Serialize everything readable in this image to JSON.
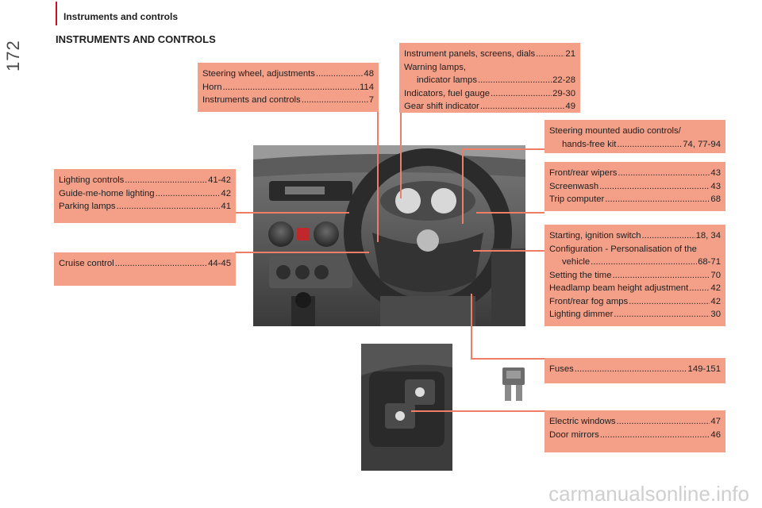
{
  "header": {
    "section": "Instruments and controls",
    "page_number": "172",
    "title": "INSTRUMENTS AND CONTROLS"
  },
  "boxes": {
    "steering": [
      {
        "label": "Steering wheel, adjustments",
        "page": "48"
      },
      {
        "label": "Horn",
        "page": "114"
      },
      {
        "label": "Instruments and controls",
        "page": "7"
      }
    ],
    "instruments": [
      {
        "label": "Instrument panels, screens, dials",
        "page": "21"
      },
      {
        "label": "Warning lamps,",
        "page": ""
      },
      {
        "label": "indicator lamps",
        "page": "22-28",
        "indent": true
      },
      {
        "label": "Indicators, fuel gauge",
        "page": "29-30"
      },
      {
        "label": "Gear shift indicator",
        "page": "49"
      }
    ],
    "audio": [
      {
        "label": "Steering mounted audio controls/",
        "page": ""
      },
      {
        "label": "hands-free kit",
        "page": "74, 77-94",
        "indent": true
      }
    ],
    "lighting": [
      {
        "label": "Lighting controls",
        "page": "41-42"
      },
      {
        "label": "Guide-me-home lighting",
        "page": "42"
      },
      {
        "label": "Parking lamps",
        "page": "41"
      }
    ],
    "wipers": [
      {
        "label": "Front/rear wipers",
        "page": "43"
      },
      {
        "label": "Screenwash",
        "page": "43"
      },
      {
        "label": "Trip computer",
        "page": "68"
      }
    ],
    "cruise": [
      {
        "label": "Cruise control",
        "page": "44-45"
      }
    ],
    "ignition": [
      {
        "label": "Starting, ignition switch",
        "page": "18, 34"
      },
      {
        "label": "Configuration - Personalisation of the",
        "page": ""
      },
      {
        "label": "vehicle",
        "page": "68-71",
        "indent": true
      },
      {
        "label": "Setting the time",
        "page": "70"
      },
      {
        "label": "Headlamp beam height adjustment",
        "page": "42"
      },
      {
        "label": "Front/rear fog amps",
        "page": "42"
      },
      {
        "label": "Lighting dimmer",
        "page": "30"
      }
    ],
    "fuses": [
      {
        "label": "Fuses",
        "page": "149-151"
      }
    ],
    "windows": [
      {
        "label": "Electric windows",
        "page": "47"
      },
      {
        "label": "Door mirrors",
        "page": "46"
      }
    ]
  },
  "watermark": "carmanualsonline.info",
  "colors": {
    "box": "#f4a089",
    "accent": "#c8102e",
    "line": "#ee7f66"
  }
}
